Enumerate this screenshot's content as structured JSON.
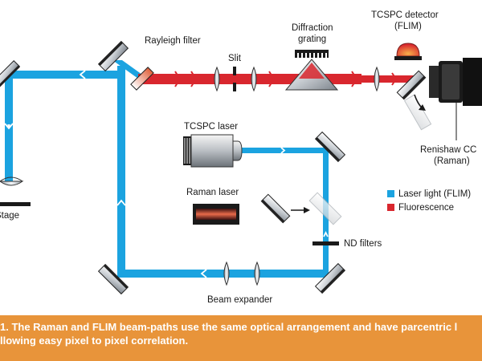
{
  "labels": {
    "rayleigh_filter": "Rayleigh filter",
    "slit": "Slit",
    "diffraction_line1": "Diffraction",
    "diffraction_line2": "grating",
    "tcspc_detector_line1": "TCSPC detector",
    "tcspc_detector_line2": "(FLIM)",
    "renishaw_line1": "Renishaw CC",
    "renishaw_line2": "(Raman)",
    "tcspc_laser": "TCSPC laser",
    "raman_laser": "Raman laser",
    "nd_filters": "ND filters",
    "beam_expander": "Beam expander",
    "stage": "Stage"
  },
  "legend": [
    {
      "label": "Laser light (FLIM)",
      "color": "#1ba3e0"
    },
    {
      "label": "Fluorescence",
      "color": "#d9272e"
    }
  ],
  "caption": {
    "line1": "1. The Raman and FLIM beam-paths use the same optical arrangement and have parcentric l",
    "line2": "llowing easy pixel to pixel correlation."
  },
  "colors": {
    "laser_blue": "#1ba3e0",
    "fluorescence_red": "#d9272e",
    "caption_bg": "#e8943a"
  }
}
